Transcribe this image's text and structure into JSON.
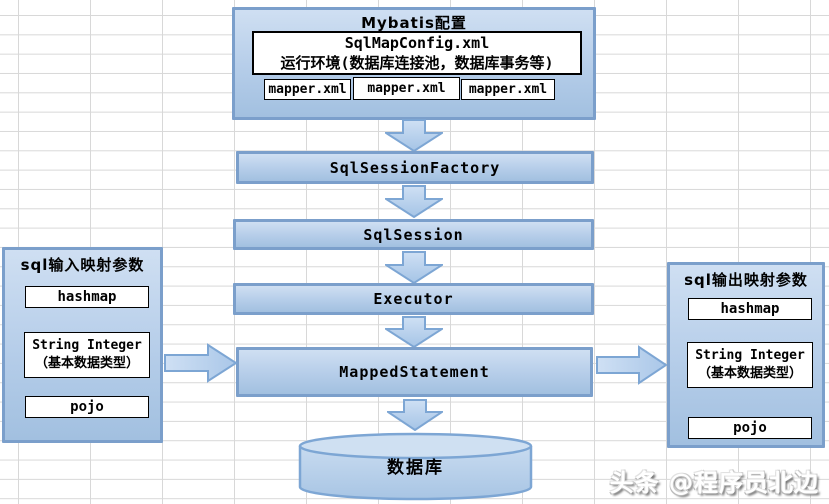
{
  "config_box": {
    "title": "Mybatis配置",
    "sqlmap_line1": "SqlMapConfig.xml",
    "sqlmap_line2": "运行环境(数据库连接池，数据库事务等)",
    "mappers": [
      "mapper.xml",
      "mapper.xml",
      "mapper.xml"
    ]
  },
  "flow": {
    "sql_session_factory": "SqlSessionFactory",
    "sql_session": "SqlSession",
    "executor": "Executor",
    "mapped_statement": "MappedStatement",
    "database": "数据库"
  },
  "input_panel": {
    "title": "sql输入映射参数",
    "hashmap": "hashmap",
    "basic_line1": "String Integer",
    "basic_line2": "（基本数据类型）",
    "pojo": "pojo"
  },
  "output_panel": {
    "title": "sql输出映射参数",
    "hashmap": "hashmap",
    "basic_line1": "String Integer",
    "basic_line2": "（基本数据类型）",
    "pojo": "pojo"
  },
  "watermark": "头条 @程序员北边",
  "colors": {
    "box_fill_top": "#cfdff2",
    "box_fill_bottom": "#a2c0e0",
    "box_border": "#7b9fcb",
    "arrow_fill_top": "#cbdef5",
    "arrow_fill_bottom": "#a9c7e8",
    "arrow_border": "#7da6d4",
    "grid_line": "#d8d8d8",
    "inner_box_border": "#000000"
  }
}
